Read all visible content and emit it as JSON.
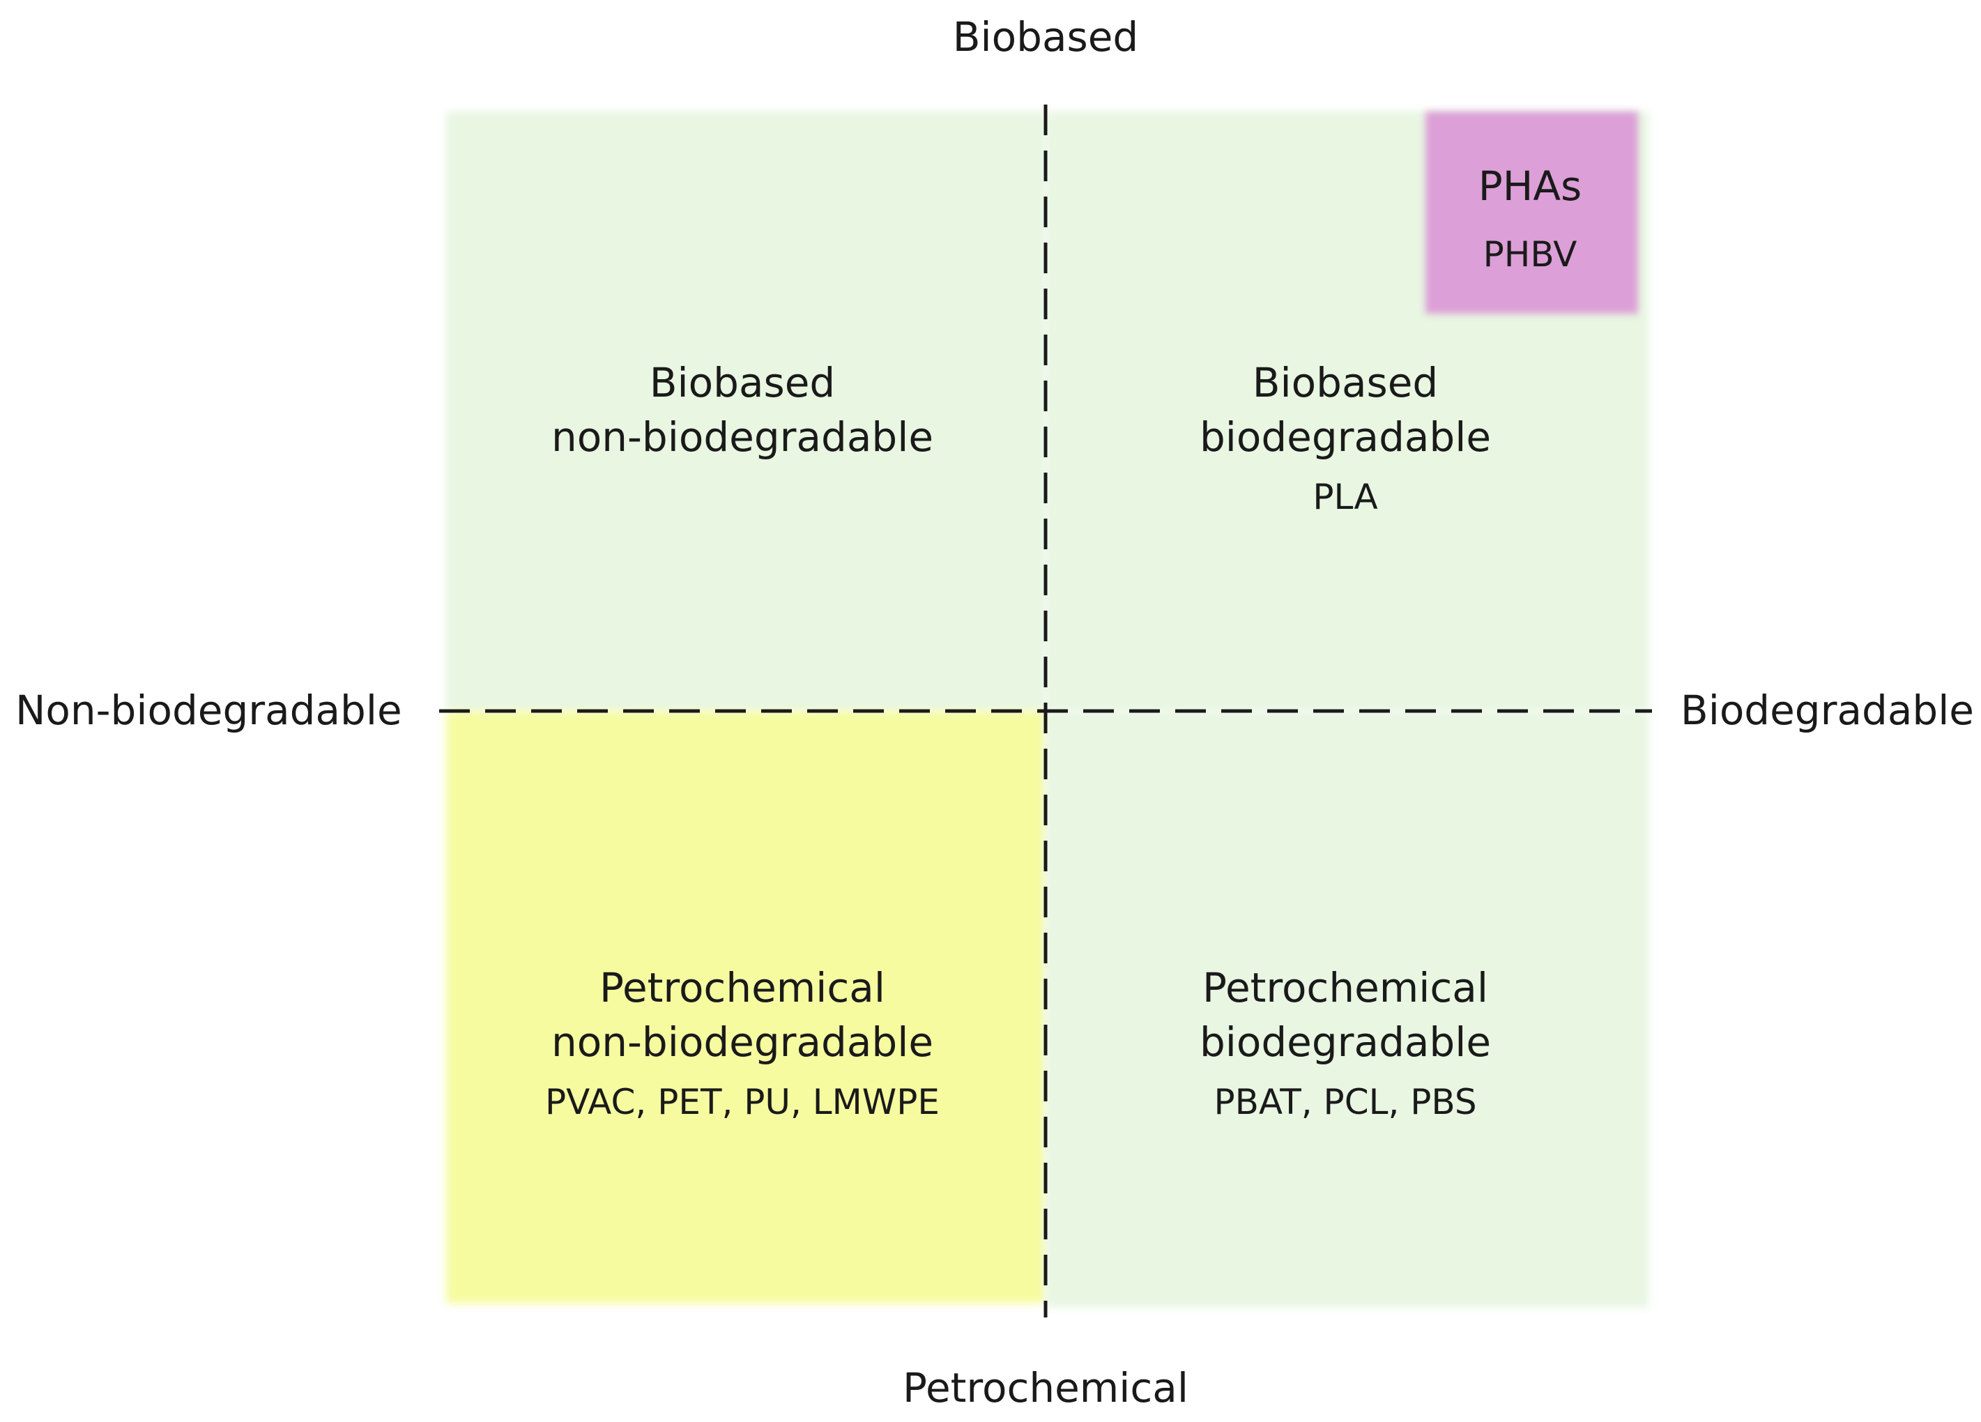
{
  "axes": {
    "top": "Biobased",
    "bottom": "Petrochemical",
    "left": "Non-biodegradable",
    "right": "Biodegradable"
  },
  "quadrants": {
    "top_left": {
      "title_line1": "Biobased",
      "title_line2": "non-biodegradable",
      "examples": "",
      "color": "#e8f6e2"
    },
    "top_right": {
      "title_line1": "Biobased",
      "title_line2": "biodegradable",
      "examples": "PLA",
      "color": "#e8f6e2"
    },
    "bottom_left": {
      "title_line1": "Petrochemical",
      "title_line2": "non-biodegradable",
      "examples": "PVAC, PET, PU, LMWPE",
      "color": "#f6fba0"
    },
    "bottom_right": {
      "title_line1": "Petrochemical",
      "title_line2": "biodegradable",
      "examples": "PBAT, PCL, PBS",
      "color": "#e8f6e2"
    }
  },
  "highlight": {
    "title": "PHAs",
    "subtitle": "PHBV",
    "color": "#dc9fd7"
  },
  "divider_color": "#1a1a1a"
}
